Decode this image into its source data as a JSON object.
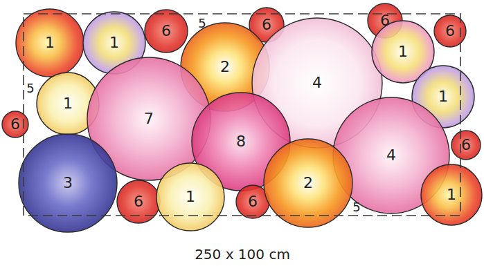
{
  "diagram": {
    "caption": "250 x 100 cm",
    "nodes": [
      {
        "text": [
          "1"
        ]
      },
      {
        "text": [
          "1"
        ]
      },
      {
        "text": [
          "6"
        ]
      },
      {
        "text": [
          "6"
        ]
      },
      {
        "text": [
          "2"
        ]
      },
      {
        "text": [
          "4"
        ]
      },
      {
        "text": [
          "6"
        ]
      },
      {
        "text": [
          "6"
        ]
      },
      {
        "text": [
          "1"
        ]
      },
      {
        "text": [
          "1"
        ]
      },
      {
        "text": [
          "7"
        ]
      },
      {
        "text": [
          "1"
        ]
      },
      {
        "text": [
          "6"
        ]
      },
      {
        "text": [
          "8"
        ]
      },
      {
        "text": [
          "4"
        ]
      },
      {
        "text": [
          "3"
        ]
      },
      {
        "text": [
          "6"
        ]
      },
      {
        "text": [
          "6"
        ]
      },
      {
        "text": [
          "1"
        ]
      },
      {
        "text": [
          "6"
        ]
      },
      {
        "text": [
          "2"
        ]
      },
      {
        "text": [
          "1"
        ]
      }
    ],
    "labels": [
      "5",
      "5",
      "5"
    ]
  }
}
